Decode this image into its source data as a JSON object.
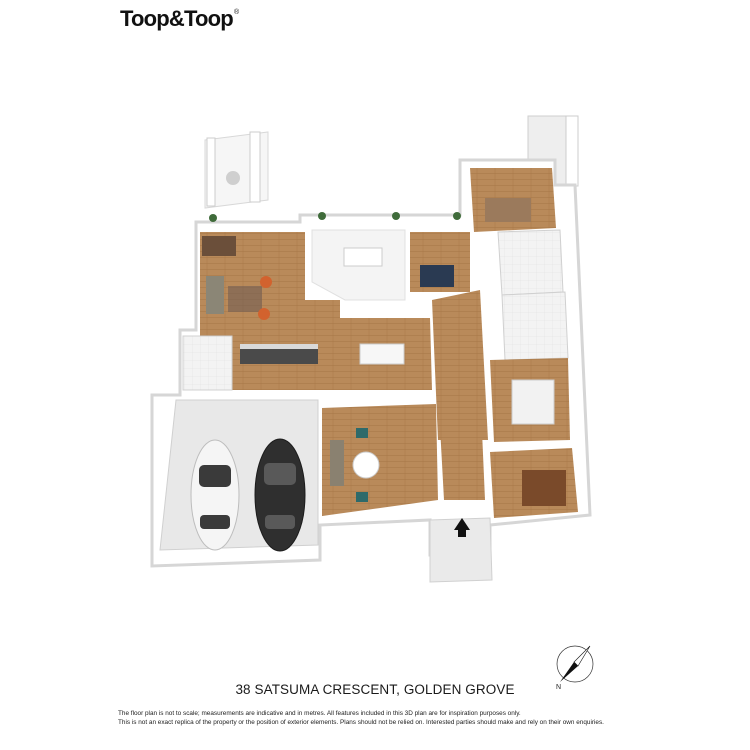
{
  "brand": {
    "name": "Toop&Toop",
    "registered_mark": "®"
  },
  "property": {
    "address": "38 SATSUMA CRESCENT, GOLDEN GROVE"
  },
  "disclaimer": {
    "line1": "The floor plan is not to scale; measurements are indicative and in metres. All features included in this 3D plan are for inspiration purposes only.",
    "line2": "This is not an exact replica of the property or the position of exterior elements. Plans should not be relied on. Interested parties should make and rely on their own enquiries."
  },
  "compass": {
    "north_label": "N"
  },
  "colors": {
    "floor_wood": "#b98a5a",
    "floor_tile": "#f2f2f2",
    "garage_floor": "#e6e6e6",
    "wall": "#ffffff",
    "wall_shadow": "#cfcfcf"
  }
}
